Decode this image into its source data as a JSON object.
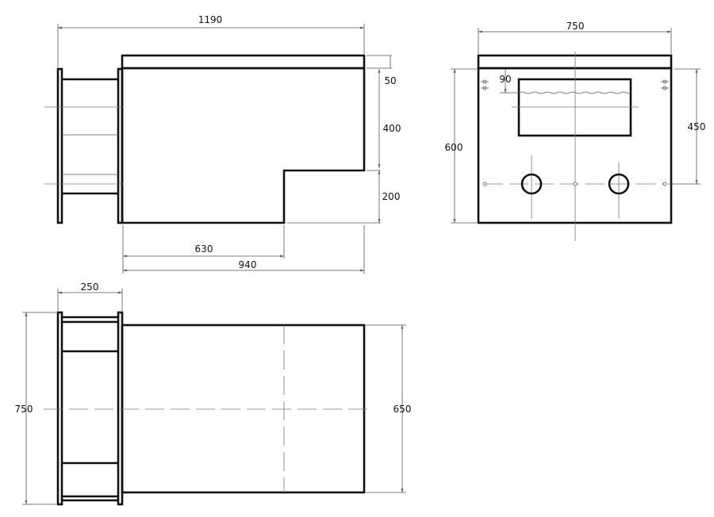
{
  "side_view": {
    "dims": {
      "overall_length": "1190",
      "top_thickness": "50",
      "upper_height": "400",
      "step_height": "200",
      "step_length": "630",
      "body_length": "940"
    }
  },
  "front_view": {
    "dims": {
      "width": "750",
      "height": "600",
      "hole_height": "450",
      "window_offset": "90"
    }
  },
  "top_view": {
    "dims": {
      "flange_depth": "250",
      "overall_width": "750",
      "body_width": "650"
    }
  }
}
